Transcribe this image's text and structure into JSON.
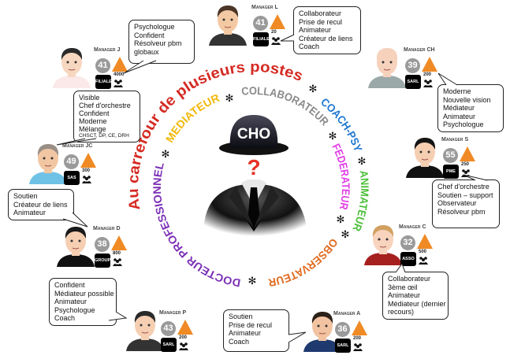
{
  "center": {
    "hat_label": "CHO",
    "question_mark": "?",
    "headline": "Au carrefour de plusieurs postes",
    "roles": [
      {
        "label": "DOCTEUR PROFESSIONNEL",
        "color": "#7b2fb5"
      },
      {
        "label": "MEDIATEUR",
        "color": "#f2b90c"
      },
      {
        "label": "COLLABORATEUR",
        "color": "#8a8a8a"
      },
      {
        "label": "COACH-PSY",
        "color": "#1f78d1"
      },
      {
        "label": "FEDERATEUR",
        "color": "#e23ee6"
      },
      {
        "label": "ANIMATEUR",
        "color": "#4cbf3a"
      },
      {
        "label": "OBSERVATEUR",
        "color": "#e06a1e"
      }
    ],
    "headline_color": "#d42a22",
    "separator": "✻"
  },
  "managers": [
    {
      "name": "Manager L",
      "age": "41",
      "company": "FILIALE",
      "headcount": "20",
      "bubble": [
        "Collaborateur",
        "Prise de recul",
        "Animateur",
        "Créateur de liens",
        "Coach"
      ]
    },
    {
      "name": "Manager J",
      "age": "41",
      "company": "FILIALE",
      "headcount": "4000",
      "bubble": [
        "Psychologue",
        "Confident",
        "Résolveur pbm",
        "globaux"
      ]
    },
    {
      "name": "Manager JC",
      "age": "49",
      "company": "SAS",
      "headcount": "300",
      "bubble": [
        "Visible",
        "Chef d'orchestre",
        "Confident",
        "Moderne",
        "Mélange",
        "CHSCT, DP, CE, DRH"
      ]
    },
    {
      "name": "Manager D",
      "age": "38",
      "company": "GROUPE",
      "headcount": "800",
      "bubble": [
        "Soutien",
        "Créateur de liens",
        "Animateur"
      ]
    },
    {
      "name": "Manager P",
      "age": "43",
      "company": "SARL",
      "headcount": "200",
      "bubble": [
        "Confident",
        "Médiateur possible",
        "Animateur",
        "Psychologue",
        "Coach"
      ]
    },
    {
      "name": "Manager A",
      "age": "36",
      "company": "SARL",
      "headcount": "200",
      "bubble": [
        "Soutien",
        "Prise de recul",
        "Animateur",
        "Coach"
      ]
    },
    {
      "name": "Manager C",
      "age": "32",
      "company": "ASSO",
      "headcount": "500",
      "bubble": [
        "Collaborateur",
        "3ème œil",
        "Animateur",
        "Médiateur (dernier",
        "recours)"
      ]
    },
    {
      "name": "Manager S",
      "age": "55",
      "company": "PME",
      "headcount": "250",
      "bubble": [
        "Chef d'orchestre",
        "Soutien – support",
        "Observateur",
        "Résolveur pbm"
      ]
    },
    {
      "name": "Manager CH",
      "age": "39",
      "company": "SARL",
      "headcount": "200",
      "bubble": [
        "Moderne",
        "Nouvelle vision",
        "Médiateur",
        "Animateur",
        "Psychologue"
      ]
    }
  ]
}
